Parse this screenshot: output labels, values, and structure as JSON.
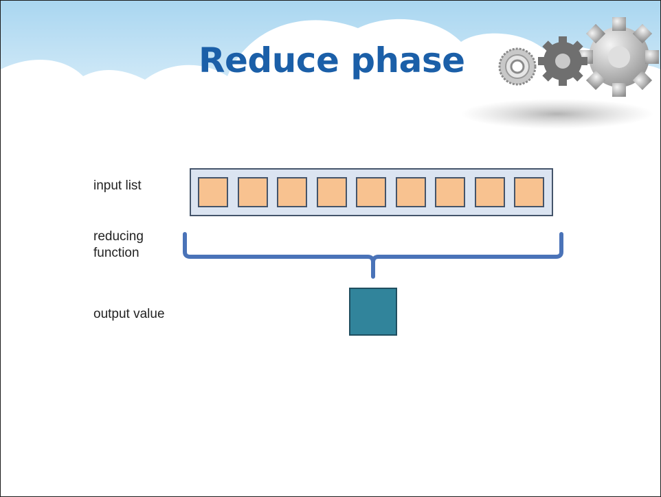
{
  "slide": {
    "title": "Reduce phase",
    "labels": {
      "input": "input list",
      "reducing": "reducing\nfunction",
      "output": "output value"
    },
    "input_list": {
      "item_count": 9
    },
    "colors": {
      "title": "#1b5fa8",
      "list_background": "#dbe4f1",
      "list_item": "#f8c290",
      "outline": "#44546a",
      "brace": "#4a73b8",
      "output_value": "#31849b",
      "sky": "#cfe7f5"
    },
    "decoration": {
      "header_icons": [
        "gear-icon",
        "gear-icon",
        "gear-icon"
      ],
      "header_background": "cloud-sky"
    }
  }
}
